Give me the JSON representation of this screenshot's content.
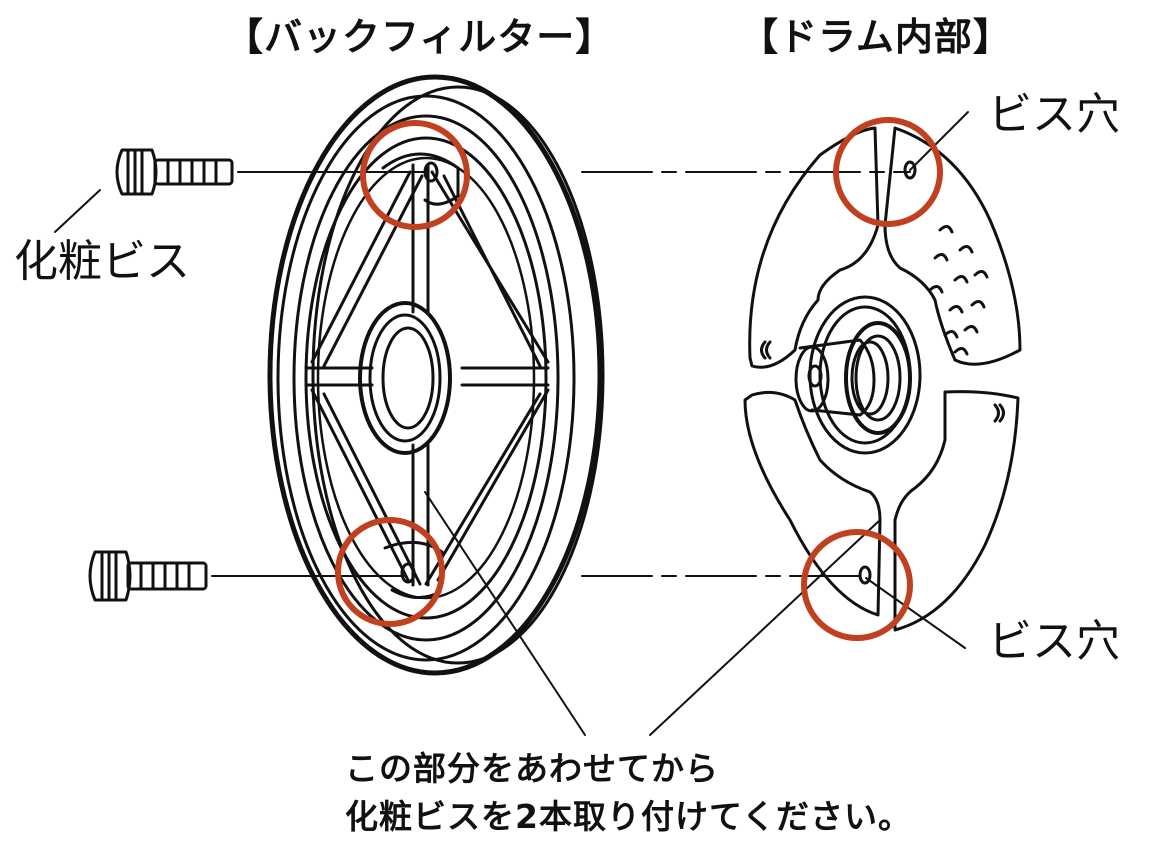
{
  "titles": {
    "back_filter": "【バックフィルター】",
    "drum_inside": "【ドラム内部】"
  },
  "callouts": {
    "screw": "化粧ビス",
    "hole_top": "ビス穴",
    "hole_bottom": "ビス穴"
  },
  "instruction": {
    "line1": "この部分をあわせてから",
    "line2": "化粧ビスを2本取り付けてください。"
  },
  "colors": {
    "highlight_circle": "#c0401f",
    "line": "#111111"
  }
}
